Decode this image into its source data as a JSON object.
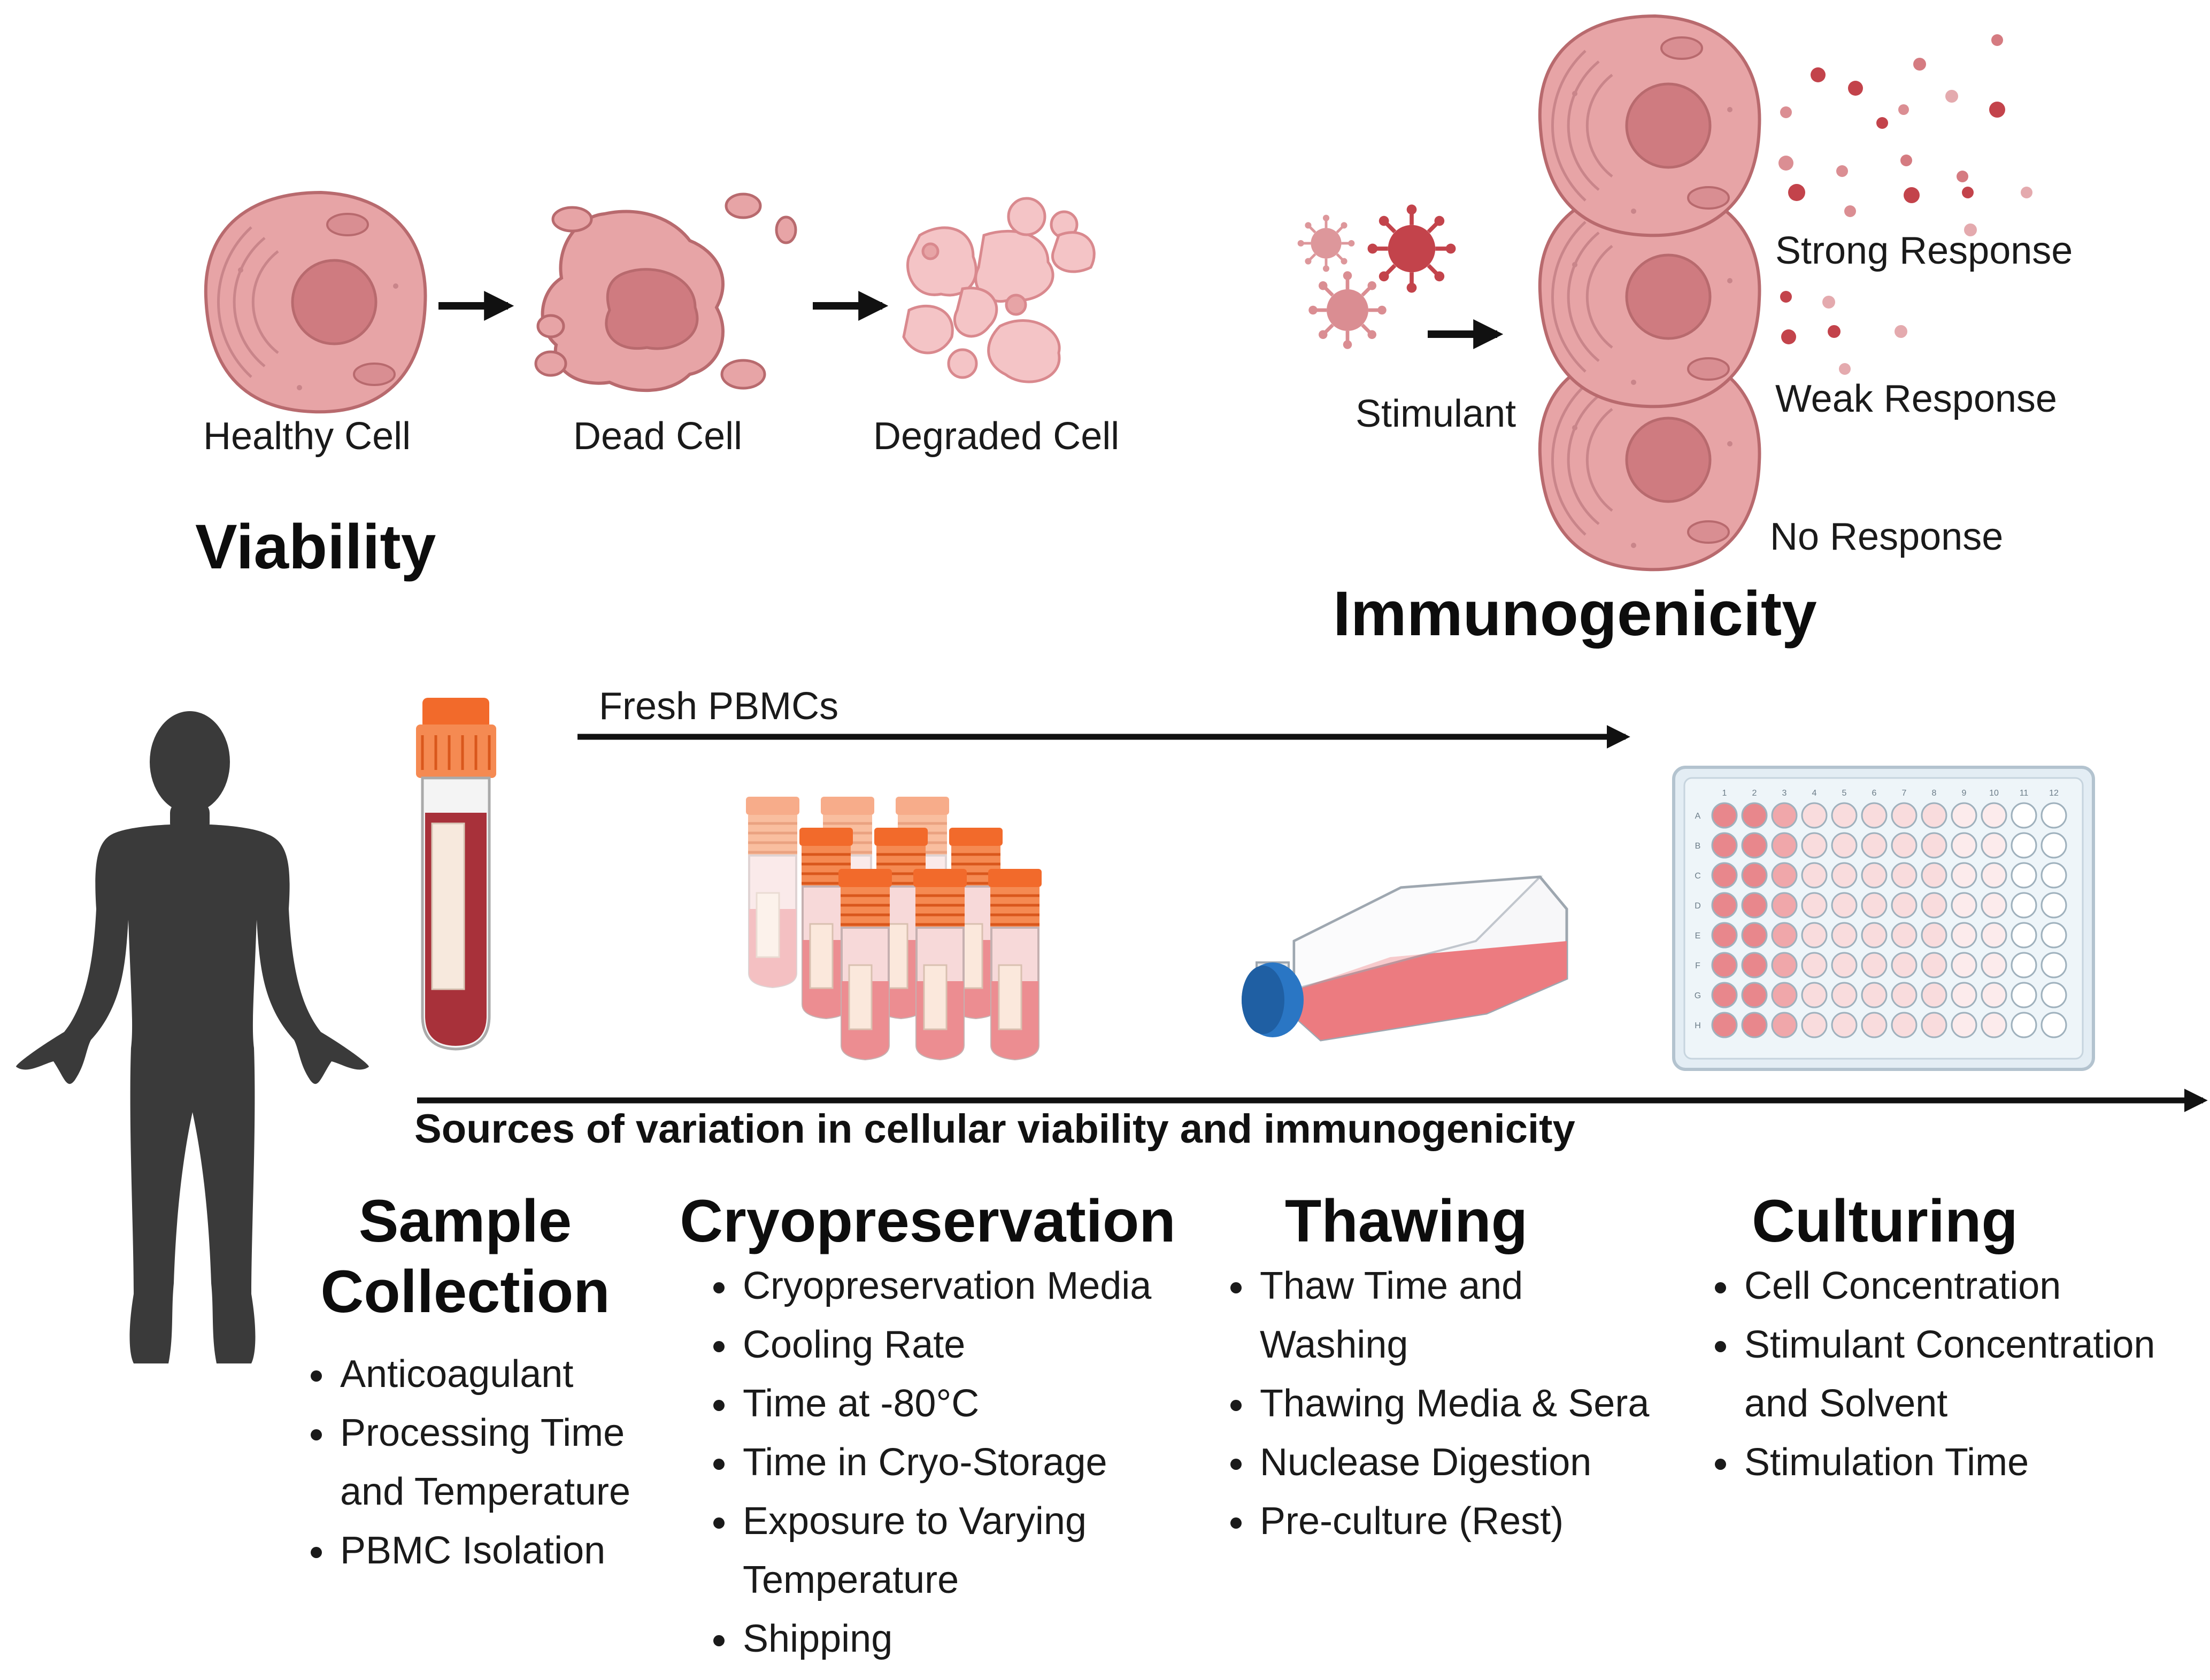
{
  "viability": {
    "title": "Viability",
    "labels": {
      "healthy": "Healthy Cell",
      "dead": "Dead Cell",
      "degraded": "Degraded Cell"
    }
  },
  "immunogenicity": {
    "title": "Immunogenicity",
    "stimulant_label": "Stimulant",
    "responses": {
      "strong": "Strong Response",
      "weak": "Weak Response",
      "none": "No Response"
    }
  },
  "workflow": {
    "fresh_label": "Fresh PBMCs",
    "variation_label": "Sources of variation in cellular viability and immunogenicity",
    "plate": {
      "columns": [
        "1",
        "2",
        "3",
        "4",
        "5",
        "6",
        "7",
        "8",
        "9",
        "10",
        "11",
        "12"
      ],
      "rows": [
        "A",
        "B",
        "C",
        "D",
        "E",
        "F",
        "G",
        "H"
      ]
    }
  },
  "sections": [
    {
      "title": "Sample\nCollection",
      "items": [
        "Anticoagulant",
        "Processing Time and Temperature",
        "PBMC Isolation"
      ]
    },
    {
      "title": "Cryopreservation",
      "items": [
        "Cryopreservation Media",
        "Cooling Rate",
        "Time at -80°C",
        "Time in Cryo-Storage",
        "Exposure to Varying Temperature",
        "Shipping"
      ]
    },
    {
      "title": "Thawing",
      "items": [
        "Thaw Time and Washing",
        "Thawing Media & Sera",
        "Nuclease Digestion",
        "Pre-culture (Rest)"
      ]
    },
    {
      "title": "Culturing",
      "items": [
        "Cell Concentration",
        "Stimulant Concentration and Solvent",
        "Stimulation Time"
      ]
    }
  ],
  "colors": {
    "cell_fill": "#e7a4a6",
    "cell_stroke": "#b86a6e",
    "nucleus": "#cf7b80",
    "blood": "#a8313a",
    "cap_orange": "#f26a2b",
    "flask_cap": "#2a76c4",
    "silhouette": "#3a3a3a",
    "arrow": "#111111"
  }
}
